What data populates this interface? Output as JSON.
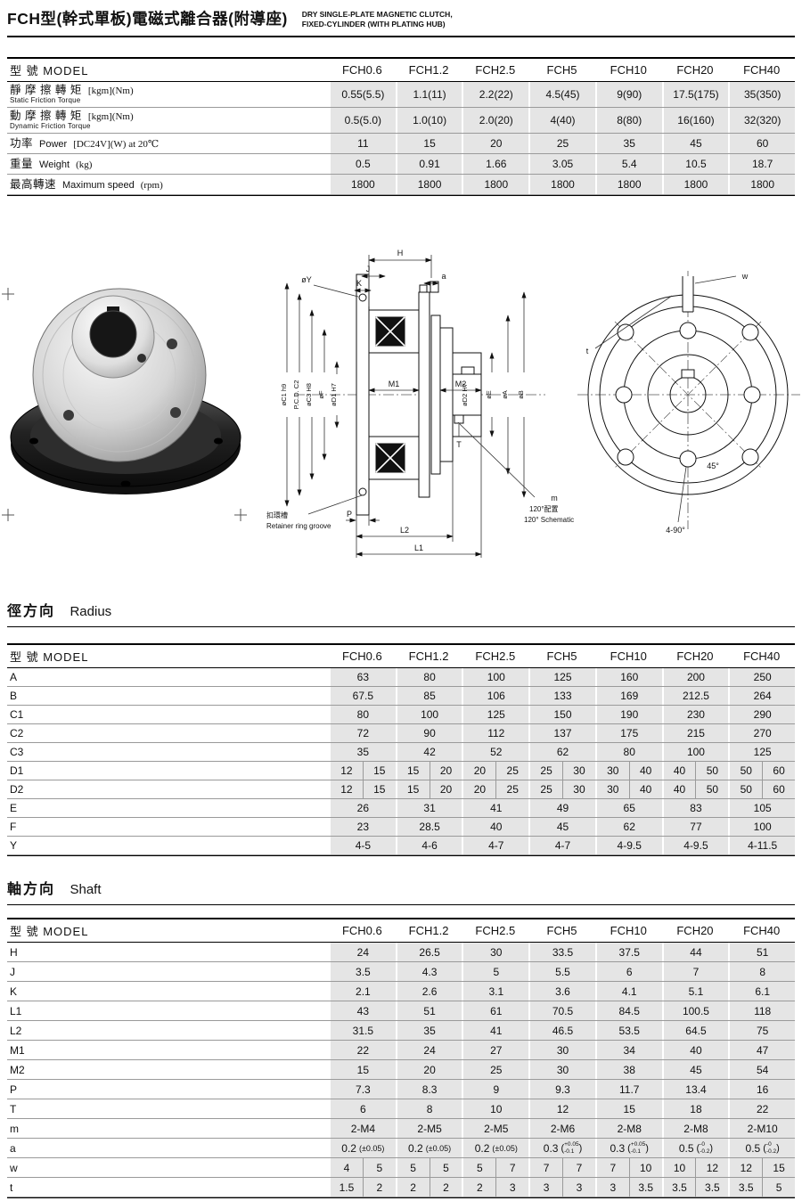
{
  "header": {
    "title": "FCH型(幹式單板)電磁式離合器(附導座)",
    "subtitle1": "DRY SINGLE-PLATE MAGNETIC CLUTCH,",
    "subtitle2": "FIXED-CYLINDER (WITH PLATING HUB)"
  },
  "models": [
    "FCH0.6",
    "FCH1.2",
    "FCH2.5",
    "FCH5",
    "FCH10",
    "FCH20",
    "FCH40"
  ],
  "spec_table": {
    "header_label": "型 號 MODEL",
    "rows": [
      {
        "label_lines": [
          [
            {
              "text": "靜 摩 擦 轉 矩",
              "cls": "zh"
            },
            {
              "text": "[kgm](Nm)",
              "cls": "unit"
            }
          ],
          [
            {
              "text": "Static Friction Torque",
              "cls": "en-small"
            }
          ]
        ],
        "values": [
          "0.55(5.5)",
          "1.1(11)",
          "2.2(22)",
          "4.5(45)",
          "9(90)",
          "17.5(175)",
          "35(350)"
        ]
      },
      {
        "label_lines": [
          [
            {
              "text": "動 摩 擦 轉 矩",
              "cls": "zh"
            },
            {
              "text": "[kgm](Nm)",
              "cls": "unit"
            }
          ],
          [
            {
              "text": "Dynamic Friction Torque",
              "cls": "en-small"
            }
          ]
        ],
        "values": [
          "0.5(5.0)",
          "1.0(10)",
          "2.0(20)",
          "4(40)",
          "8(80)",
          "16(160)",
          "32(320)"
        ]
      },
      {
        "label_lines": [
          [
            {
              "text": "功率",
              "cls": "zh"
            },
            {
              "text": "Power",
              "cls": "en-inline"
            },
            {
              "text": "[DC24V](W) at 20℃",
              "cls": "unit"
            }
          ]
        ],
        "values": [
          "11",
          "15",
          "20",
          "25",
          "35",
          "45",
          "60"
        ]
      },
      {
        "label_lines": [
          [
            {
              "text": "重量",
              "cls": "zh"
            },
            {
              "text": "Weight",
              "cls": "en-inline"
            },
            {
              "text": "(kg)",
              "cls": "unit"
            }
          ]
        ],
        "values": [
          "0.5",
          "0.91",
          "1.66",
          "3.05",
          "5.4",
          "10.5",
          "18.7"
        ]
      },
      {
        "label_lines": [
          [
            {
              "text": "最高轉速",
              "cls": "zh"
            },
            {
              "text": "Maximum speed",
              "cls": "en-inline"
            },
            {
              "text": "(rpm)",
              "cls": "unit"
            }
          ]
        ],
        "values": [
          "1800",
          "1800",
          "1800",
          "1800",
          "1800",
          "1800",
          "1800"
        ]
      }
    ]
  },
  "sections": {
    "radius_zh": "徑方向",
    "radius_en": "Radius",
    "shaft_zh": "軸方向",
    "shaft_en": "Shaft"
  },
  "radius_table": {
    "header_label": "型 號 MODEL",
    "rows": [
      {
        "label": "A",
        "type": "plain",
        "values": [
          "63",
          "80",
          "100",
          "125",
          "160",
          "200",
          "250"
        ]
      },
      {
        "label": "B",
        "type": "plain",
        "values": [
          "67.5",
          "85",
          "106",
          "133",
          "169",
          "212.5",
          "264"
        ]
      },
      {
        "label": "C1",
        "type": "plain",
        "values": [
          "80",
          "100",
          "125",
          "150",
          "190",
          "230",
          "290"
        ]
      },
      {
        "label": "C2",
        "type": "plain",
        "values": [
          "72",
          "90",
          "112",
          "137",
          "175",
          "215",
          "270"
        ]
      },
      {
        "label": "C3",
        "type": "plain",
        "values": [
          "35",
          "42",
          "52",
          "62",
          "80",
          "100",
          "125"
        ]
      },
      {
        "label": "D1",
        "type": "split",
        "values": [
          [
            "12",
            "15"
          ],
          [
            "15",
            "20"
          ],
          [
            "20",
            "25"
          ],
          [
            "25",
            "30"
          ],
          [
            "30",
            "40"
          ],
          [
            "40",
            "50"
          ],
          [
            "50",
            "60"
          ]
        ]
      },
      {
        "label": "D2",
        "type": "split",
        "values": [
          [
            "12",
            "15"
          ],
          [
            "15",
            "20"
          ],
          [
            "20",
            "25"
          ],
          [
            "25",
            "30"
          ],
          [
            "30",
            "40"
          ],
          [
            "40",
            "50"
          ],
          [
            "50",
            "60"
          ]
        ]
      },
      {
        "label": "E",
        "type": "plain",
        "values": [
          "26",
          "31",
          "41",
          "49",
          "65",
          "83",
          "105"
        ]
      },
      {
        "label": "F",
        "type": "plain",
        "values": [
          "23",
          "28.5",
          "40",
          "45",
          "62",
          "77",
          "100"
        ]
      },
      {
        "label": "Y",
        "type": "plain",
        "values": [
          "4-5",
          "4-6",
          "4-7",
          "4-7",
          "4-9.5",
          "4-9.5",
          "4-11.5"
        ]
      }
    ]
  },
  "shaft_table": {
    "header_label": "型 號 MODEL",
    "rows": [
      {
        "label": "H",
        "type": "plain",
        "values": [
          "24",
          "26.5",
          "30",
          "33.5",
          "37.5",
          "44",
          "51"
        ]
      },
      {
        "label": "J",
        "type": "plain",
        "values": [
          "3.5",
          "4.3",
          "5",
          "5.5",
          "6",
          "7",
          "8"
        ]
      },
      {
        "label": "K",
        "type": "plain",
        "values": [
          "2.1",
          "2.6",
          "3.1",
          "3.6",
          "4.1",
          "5.1",
          "6.1"
        ]
      },
      {
        "label": "L1",
        "type": "plain",
        "values": [
          "43",
          "51",
          "61",
          "70.5",
          "84.5",
          "100.5",
          "118"
        ]
      },
      {
        "label": "L2",
        "type": "plain",
        "values": [
          "31.5",
          "35",
          "41",
          "46.5",
          "53.5",
          "64.5",
          "75"
        ]
      },
      {
        "label": "M1",
        "type": "plain",
        "values": [
          "22",
          "24",
          "27",
          "30",
          "34",
          "40",
          "47"
        ]
      },
      {
        "label": "M2",
        "type": "plain",
        "values": [
          "15",
          "20",
          "25",
          "30",
          "38",
          "45",
          "54"
        ]
      },
      {
        "label": "P",
        "type": "plain",
        "values": [
          "7.3",
          "8.3",
          "9",
          "9.3",
          "11.7",
          "13.4",
          "16"
        ]
      },
      {
        "label": "T",
        "type": "plain",
        "values": [
          "6",
          "8",
          "10",
          "12",
          "15",
          "18",
          "22"
        ]
      },
      {
        "label": "m",
        "type": "plain",
        "values": [
          "2-M4",
          "2-M5",
          "2-M5",
          "2-M6",
          "2-M8",
          "2-M8",
          "2-M10"
        ]
      },
      {
        "label": "a",
        "type": "tol",
        "values": [
          {
            "v": "0.2",
            "tol": "(±0.05)"
          },
          {
            "v": "0.2",
            "tol": "(±0.05)"
          },
          {
            "v": "0.2",
            "tol": "(±0.05)"
          },
          {
            "v": "0.3",
            "top": "+0.05",
            "bot": "-0.1"
          },
          {
            "v": "0.3",
            "top": "+0.05",
            "bot": "-0.1"
          },
          {
            "v": "0.5",
            "top": "-0",
            "bot": "-0.2"
          },
          {
            "v": "0.5",
            "top": "-0",
            "bot": "-0.2"
          }
        ]
      },
      {
        "label": "w",
        "type": "split",
        "values": [
          [
            "4",
            "5"
          ],
          [
            "5",
            "5"
          ],
          [
            "5",
            "7"
          ],
          [
            "7",
            "7"
          ],
          [
            "7",
            "10"
          ],
          [
            "10",
            "12"
          ],
          [
            "12",
            "15"
          ]
        ]
      },
      {
        "label": "t",
        "type": "split",
        "values": [
          [
            "1.5",
            "2"
          ],
          [
            "2",
            "2"
          ],
          [
            "2",
            "3"
          ],
          [
            "3",
            "3"
          ],
          [
            "3",
            "3.5"
          ],
          [
            "3.5",
            "3.5"
          ],
          [
            "3.5",
            "5"
          ]
        ]
      }
    ]
  },
  "diagram": {
    "cross": {
      "h": "H",
      "j": "J",
      "k": "K",
      "a": "a",
      "oy": "øY",
      "c1": "øC1 h9",
      "pcd": "P.C.D. C2",
      "c3": "øC3 H8",
      "f": "øF",
      "d1": "øD1 H7",
      "m1": "M1",
      "m2": "M2",
      "t": "T",
      "d2": "øD2 H7",
      "e": "øE",
      "a_dia": "øA",
      "b_dia": "øB",
      "p": "P",
      "l2": "L2",
      "l1": "L1",
      "retainer_zh": "扣環槽",
      "retainer_en": "Retainer ring groove",
      "m": "m",
      "cfg_zh": "120°配置",
      "cfg_en": "120° Schematic"
    },
    "front": {
      "w": "w",
      "t": "t",
      "deg": "45°",
      "holes": "4-90°"
    }
  }
}
